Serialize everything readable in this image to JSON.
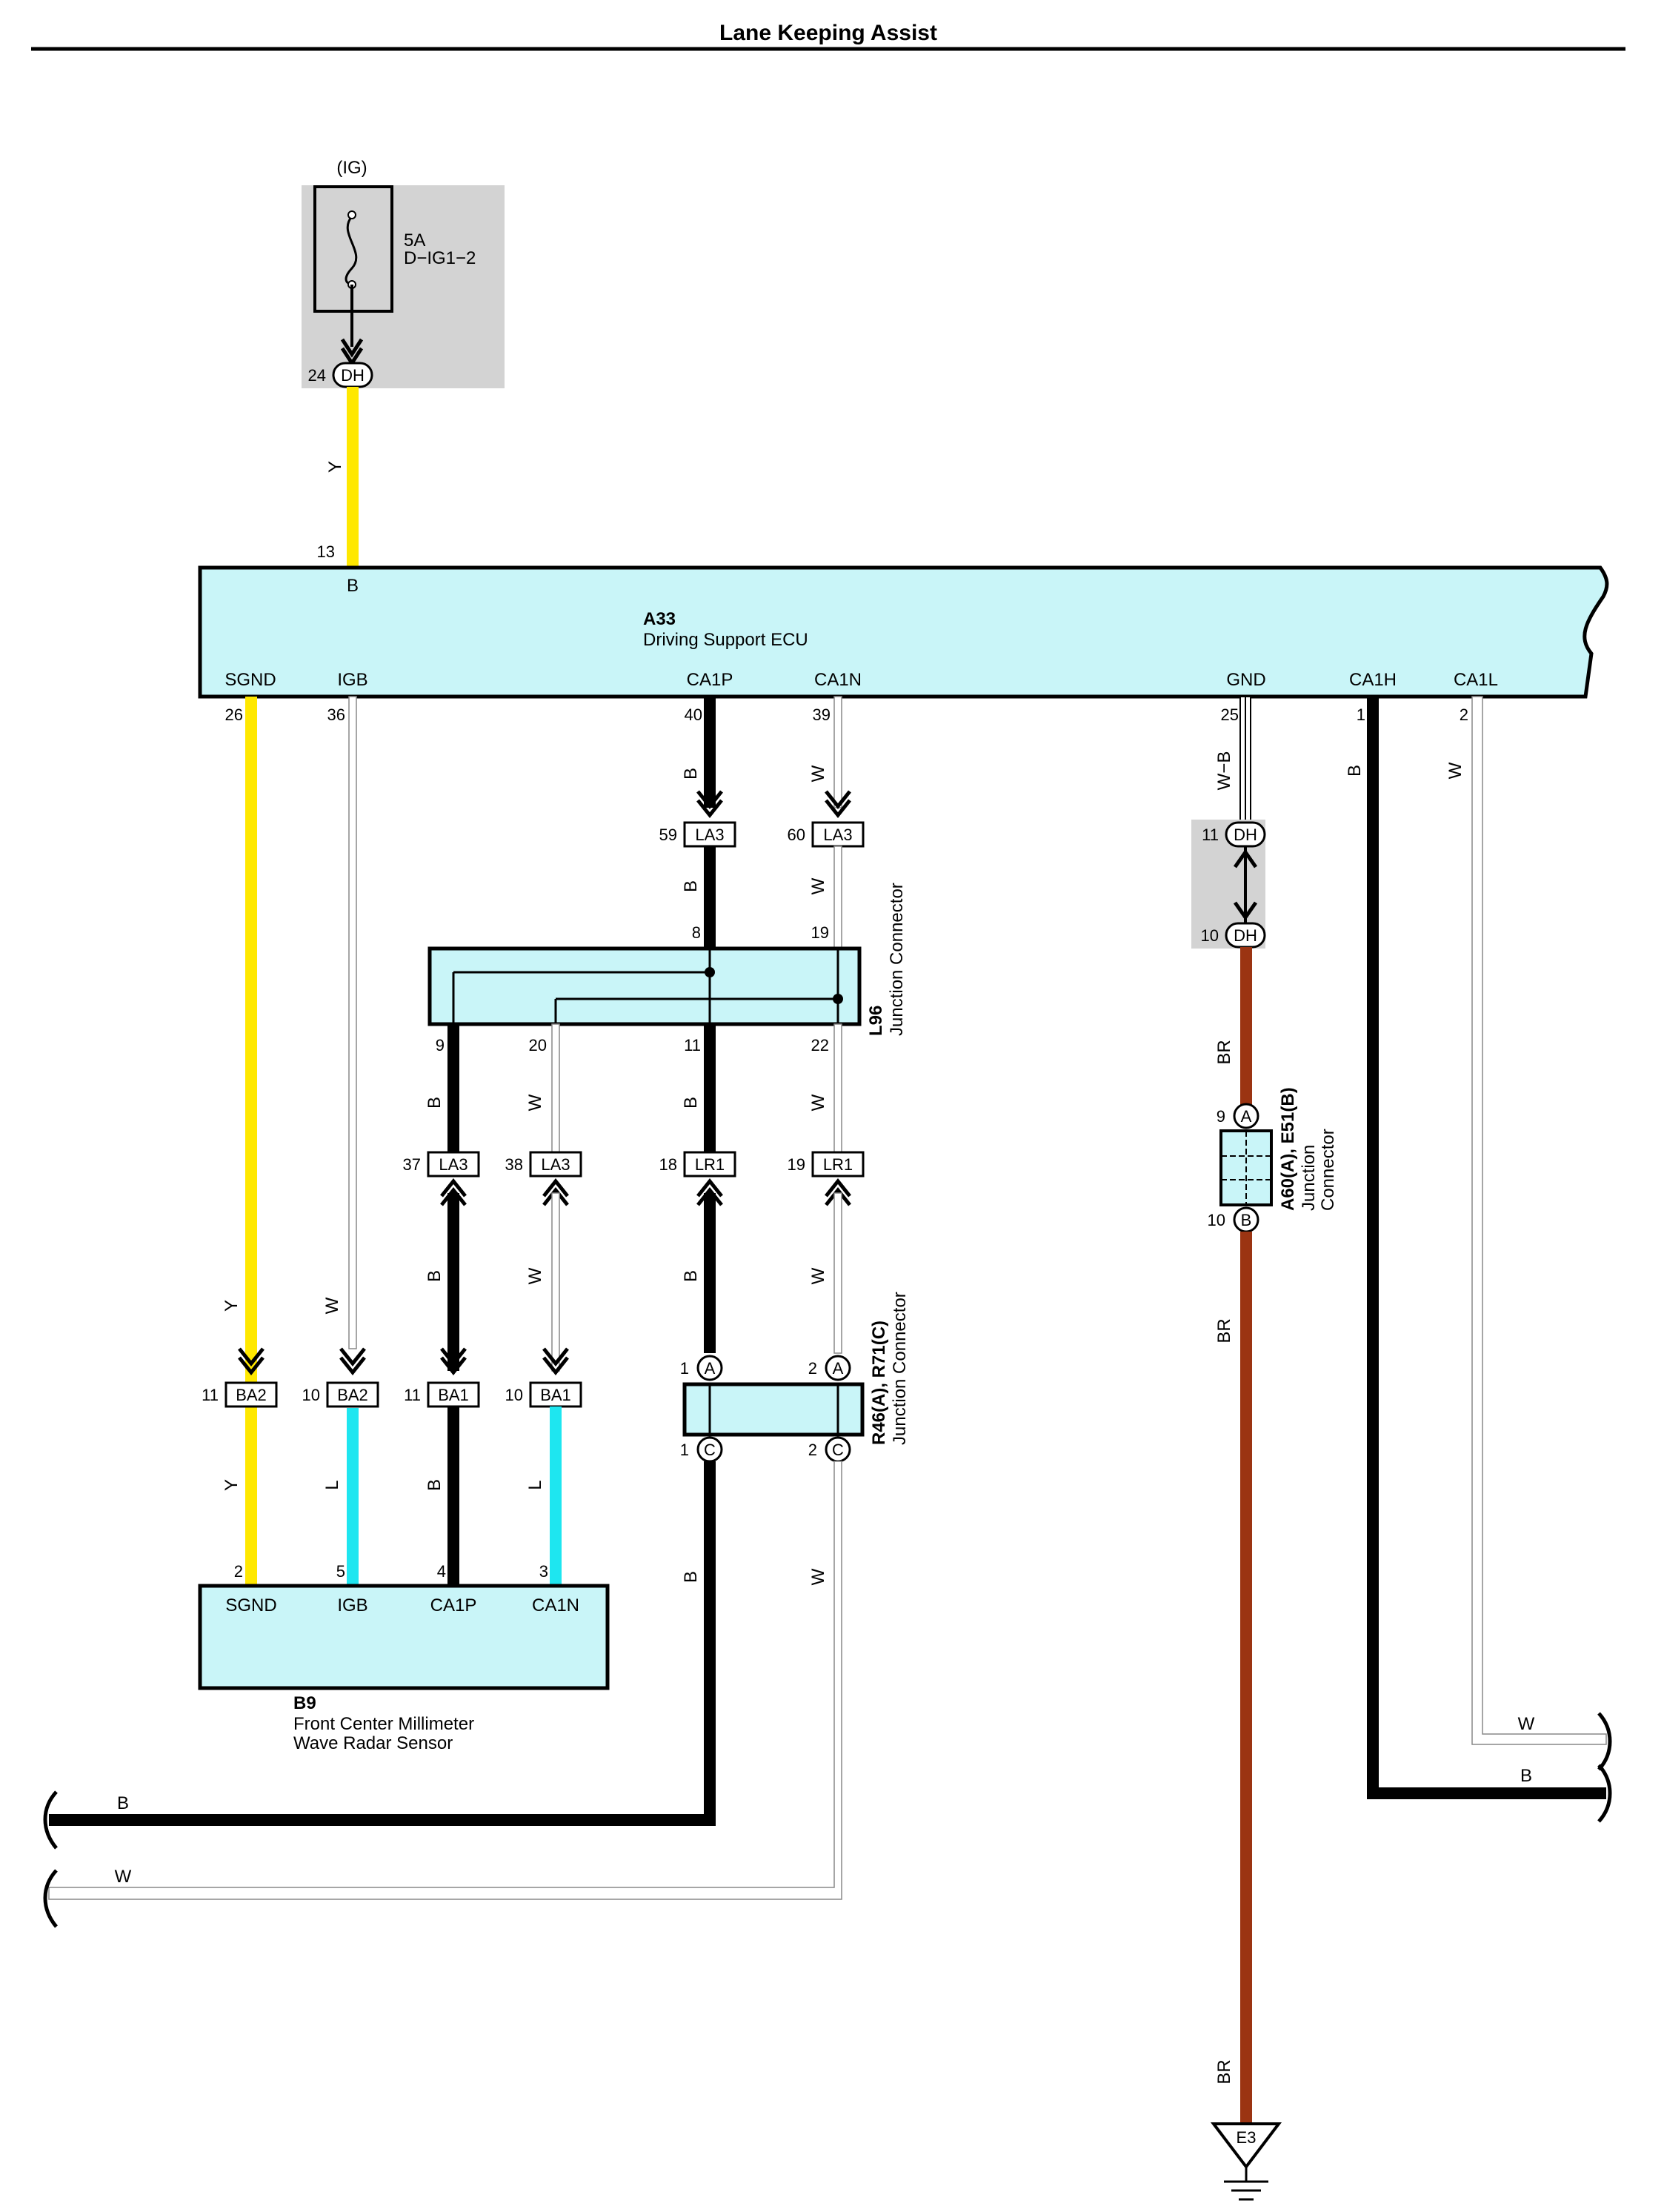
{
  "title": "Lane Keeping Assist",
  "colors": {
    "Y": "#ffe800",
    "B": "#000000",
    "W": "#ffffff",
    "L": "#1ee6f0",
    "BR": "#9b3412",
    "ecu_fill": "#c9f5f8",
    "fuse_bg": "#d3d3d3"
  },
  "fuse": {
    "source": "(IG)",
    "rating": "5A",
    "name": "D−IG1−2",
    "conn_pin": "24",
    "conn": "DH"
  },
  "ecu": {
    "code": "A33",
    "name": "Driving Support ECU",
    "top_pin": "13",
    "top_terminal": "B",
    "terminals": [
      {
        "name": "SGND",
        "pin": "26",
        "wire": "Y"
      },
      {
        "name": "IGB",
        "pin": "36",
        "wire": "W"
      },
      {
        "name": "CA1P",
        "pin": "40",
        "wire": "B"
      },
      {
        "name": "CA1N",
        "pin": "39",
        "wire": "W"
      },
      {
        "name": "GND",
        "pin": "25",
        "wire": "W−B"
      },
      {
        "name": "CA1H",
        "pin": "1",
        "wire": "B"
      },
      {
        "name": "CA1L",
        "pin": "2",
        "wire": "W"
      }
    ]
  },
  "connectors": {
    "la3_59": {
      "pin": "59",
      "name": "LA3"
    },
    "la3_60": {
      "pin": "60",
      "name": "LA3"
    },
    "dh_11": {
      "pin": "11",
      "name": "DH"
    },
    "dh_10": {
      "pin": "10",
      "name": "DH"
    },
    "la3_37": {
      "pin": "37",
      "name": "LA3"
    },
    "la3_38": {
      "pin": "38",
      "name": "LA3"
    },
    "lr1_18": {
      "pin": "18",
      "name": "LR1"
    },
    "lr1_19": {
      "pin": "19",
      "name": "LR1"
    },
    "ba2_11": {
      "pin": "11",
      "name": "BA2"
    },
    "ba2_10": {
      "pin": "10",
      "name": "BA2"
    },
    "ba1_11": {
      "pin": "11",
      "name": "BA1"
    },
    "ba1_10": {
      "pin": "10",
      "name": "BA1"
    }
  },
  "l96": {
    "code": "L96",
    "name": "Junction Connector",
    "pins_top": [
      "8",
      "19"
    ],
    "pins_bottom": [
      "9",
      "20",
      "11",
      "22"
    ]
  },
  "r46": {
    "code": "R46(A), R71(C)",
    "name": "Junction Connector",
    "pins": [
      "1",
      "A",
      "2",
      "A",
      "1",
      "C",
      "2",
      "C"
    ]
  },
  "a60": {
    "code": "A60(A), E51(B)",
    "name_line1": "Junction",
    "name_line2": "Connector",
    "pin_top": "9",
    "letter_top": "A",
    "pin_bottom": "10",
    "letter_bottom": "B"
  },
  "sensor": {
    "code": "B9",
    "name_line1": "Front Center Millimeter",
    "name_line2": "Wave Radar Sensor",
    "terminals": [
      {
        "name": "SGND",
        "pin": "2",
        "wire": "Y"
      },
      {
        "name": "IGB",
        "pin": "5",
        "wire": "L"
      },
      {
        "name": "CA1P",
        "pin": "4",
        "wire": "B"
      },
      {
        "name": "CA1N",
        "pin": "3",
        "wire": "L"
      }
    ]
  },
  "wire_labels": {
    "y": "Y",
    "b": "B",
    "w": "W",
    "l": "L",
    "br": "BR",
    "wb": "W−B"
  },
  "ground": {
    "name": "E3"
  }
}
